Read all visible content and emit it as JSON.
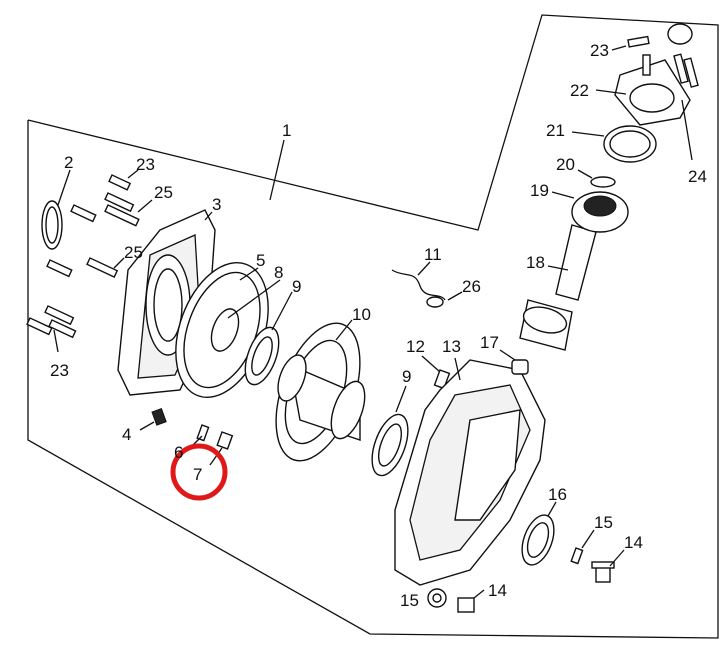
{
  "diagram": {
    "callouts": {
      "c1": "1",
      "c2": "2",
      "c3": "3",
      "c4": "4",
      "c5": "5",
      "c6": "6",
      "c7": "7",
      "c8": "8",
      "c9a": "9",
      "c9b": "9",
      "c10": "10",
      "c11": "11",
      "c12": "12",
      "c13": "13",
      "c14a": "14",
      "c14b": "14",
      "c15a": "15",
      "c15b": "15",
      "c16": "16",
      "c17": "17",
      "c18": "18",
      "c19": "19",
      "c20": "20",
      "c21": "21",
      "c22": "22",
      "c23a": "23",
      "c23b": "23",
      "c23c": "23",
      "c24": "24",
      "c25a": "25",
      "c25b": "25",
      "c26": "26"
    },
    "highlight": {
      "color": "#e01818"
    }
  }
}
